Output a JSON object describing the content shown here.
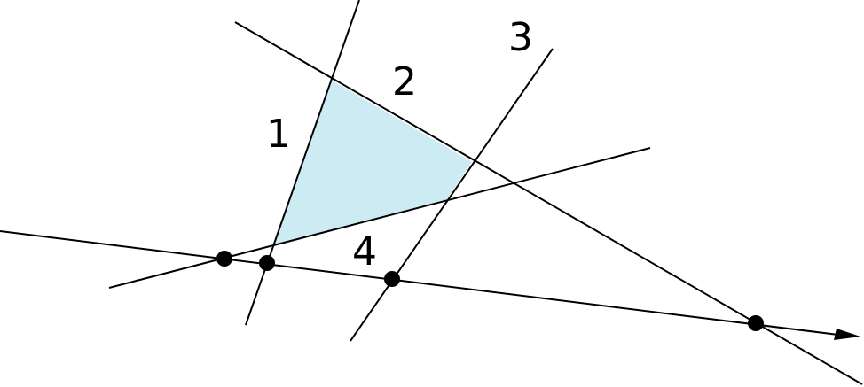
{
  "colors": {
    "stroke": "#000000",
    "region_fill": "#cdebf3",
    "point_fill": "#000000",
    "background": "#ffffff"
  },
  "labels": {
    "line_1": "1",
    "line_2": "2",
    "line_3": "3",
    "line_4": "4"
  },
  "icons": {
    "arrowhead": "arrowhead-icon"
  }
}
